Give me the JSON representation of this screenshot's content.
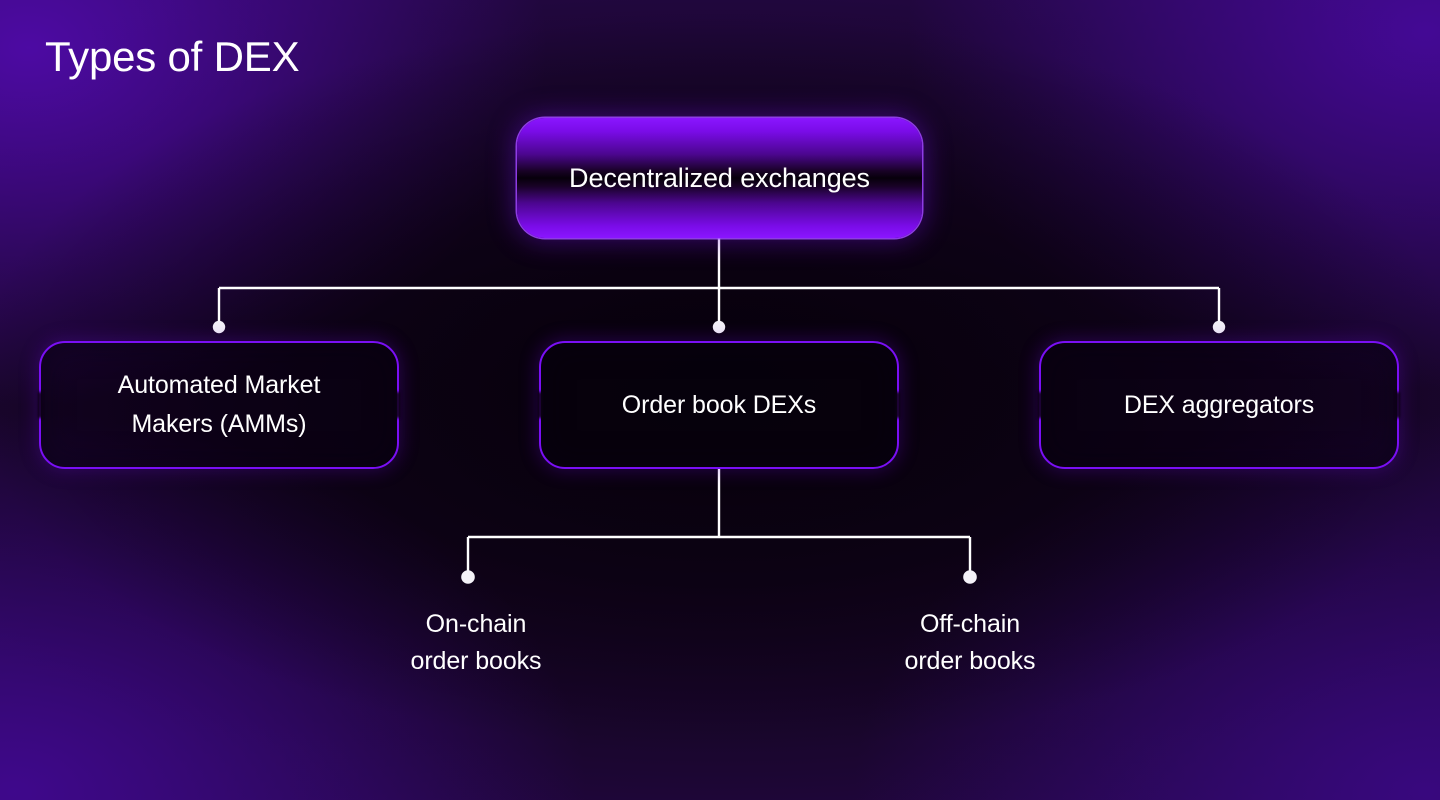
{
  "page": {
    "title": "Types of DEX",
    "background_colors": {
      "center": "#0d0212",
      "edge": "#3c0b80",
      "accent": "#7a0ff5",
      "connector": "#ffffff"
    }
  },
  "diagram": {
    "type": "tree",
    "root": {
      "id": "root",
      "label": "Decentralized exchanges",
      "style": "filled-gradient"
    },
    "level_two": [
      {
        "id": "amm",
        "label": "Automated Market\nMakers (AMMs)",
        "line1": "Automated Market",
        "line2": "Makers (AMMs)",
        "style": "outlined"
      },
      {
        "id": "orderbook",
        "label": "Order book DEXs",
        "line1": "Order book DEXs",
        "line2": "",
        "style": "outlined"
      },
      {
        "id": "aggregators",
        "label": "DEX aggregators",
        "line1": "DEX aggregators",
        "line2": "",
        "style": "outlined"
      }
    ],
    "level_three": [
      {
        "id": "onchain",
        "parent": "orderbook",
        "label": "On-chain order books",
        "line1": "On-chain",
        "line2": "order books",
        "style": "text-only"
      },
      {
        "id": "offchain",
        "parent": "orderbook",
        "label": "Off-chain order books",
        "line1": "Off-chain",
        "line2": "order books",
        "style": "text-only"
      }
    ],
    "connector_dots": 5
  }
}
